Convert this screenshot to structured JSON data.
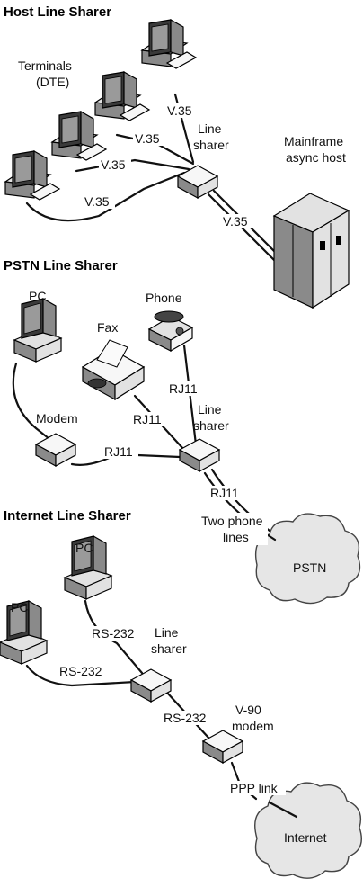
{
  "sections": {
    "host": {
      "title": "Host Line Sharer",
      "terminals": "Terminals",
      "dte": "(DTE)",
      "v35": "V.35",
      "sharer_1": "Line",
      "sharer_2": "sharer",
      "host_1": "Mainframe",
      "host_2": "async host"
    },
    "pstn": {
      "title": "PSTN Line Sharer",
      "pc": "PC",
      "phone": "Phone",
      "fax": "Fax",
      "modem": "Modem",
      "rj11": "RJ11",
      "sharer_1": "Line",
      "sharer_2": "sharer",
      "lines_1": "Two phone",
      "lines_2": "lines",
      "cloud": "PSTN"
    },
    "internet": {
      "title": "Internet Line Sharer",
      "pc": "PC",
      "rs232": "RS-232",
      "sharer_1": "Line",
      "sharer_2": "sharer",
      "modem_1": "V-90",
      "modem_2": "modem",
      "ppp": "PPP link",
      "cloud": "Internet"
    }
  }
}
